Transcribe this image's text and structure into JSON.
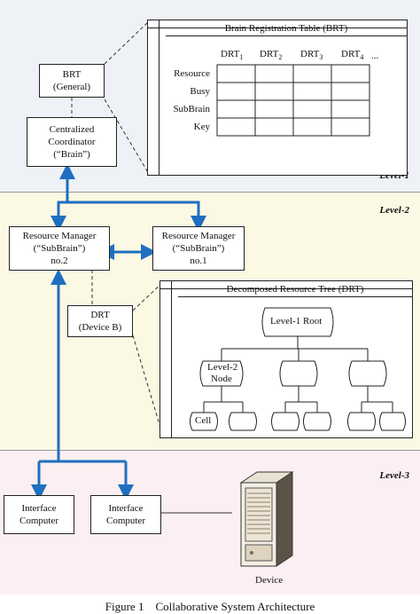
{
  "levels": {
    "level1": "Level-1",
    "level2": "Level-2",
    "level3": "Level-3"
  },
  "colors": {
    "level1_bg": "#eef1f6",
    "level2_bg": "#fbf8e3",
    "level3_bg": "#fbeff1",
    "arrow": "#1f6fc0"
  },
  "brt_general": {
    "line1": "BRT",
    "line2": "(General)"
  },
  "coordinator": {
    "line1": "Centralized",
    "line2": "Coordinator",
    "line3": "(“Brain”)"
  },
  "brt_table": {
    "title": "Brain Registration Table (BRT)",
    "columns": [
      {
        "base": "DRT",
        "sub": "1"
      },
      {
        "base": "DRT",
        "sub": "2"
      },
      {
        "base": "DRT",
        "sub": "3"
      },
      {
        "base": "DRT",
        "sub": "4"
      }
    ],
    "ellipsis": "...",
    "rows": [
      "Resource",
      "Busy",
      "SubBrain",
      "Key"
    ]
  },
  "rm_no2": {
    "line1": "Resource Manager",
    "line2": "(“SubBrain”)",
    "line3": "no.2"
  },
  "rm_no1": {
    "line1": "Resource Manager",
    "line2": "(“SubBrain”)",
    "line3": "no.1"
  },
  "drt_device": {
    "line1": "DRT",
    "line2": "(Device B)"
  },
  "drt_tree": {
    "title": "Decomposed Resource Tree (DRT)",
    "root": "Level-1 Root",
    "level2_node_line1": "Level-2",
    "level2_node_line2": "Node",
    "cell": "Cell"
  },
  "interface1": {
    "line1": "Interface",
    "line2": "Computer"
  },
  "interface2": {
    "line1": "Interface",
    "line2": "Computer"
  },
  "device_label": "Device",
  "caption": "Figure 1    Collaborative System Architecture"
}
